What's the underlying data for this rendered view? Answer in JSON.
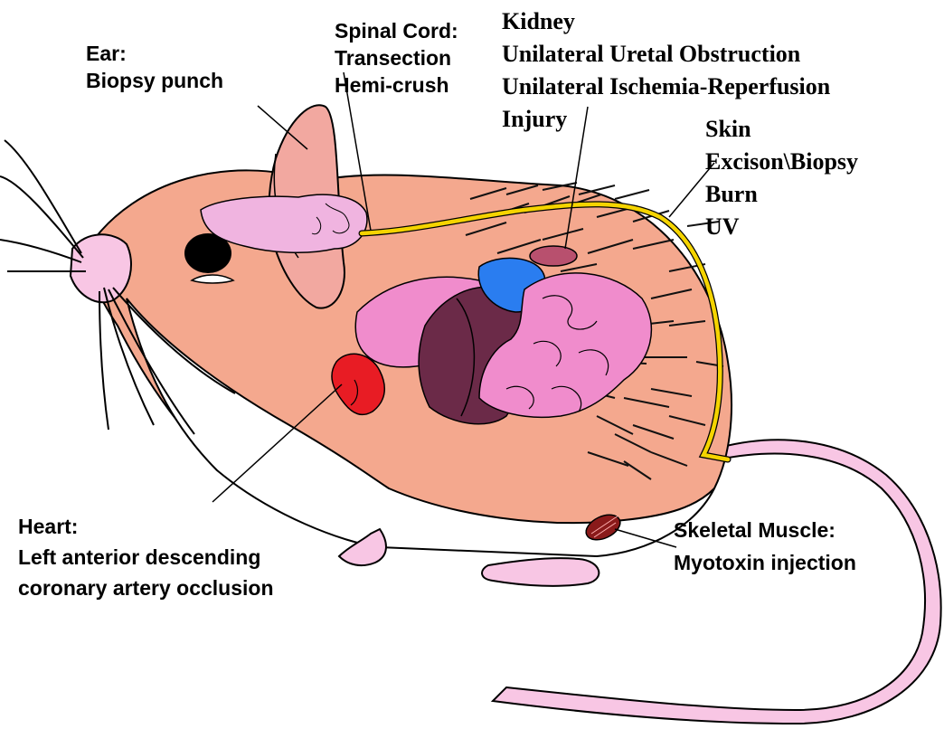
{
  "labels": {
    "ear": {
      "title": "Ear:",
      "procedures": [
        "Biopsy punch"
      ]
    },
    "spinal_cord": {
      "title": "Spinal Cord:",
      "procedures": [
        "Transection",
        "Hemi-crush"
      ]
    },
    "kidney": {
      "title": "Kidney",
      "procedures": [
        "Unilateral Uretal Obstruction",
        "Unilateral Ischemia-Reperfusion",
        "Injury"
      ]
    },
    "skin": {
      "title": "Skin",
      "procedures": [
        "Excison\\Biopsy",
        "Burn",
        "UV"
      ]
    },
    "heart": {
      "title": "Heart:",
      "procedures": [
        "Left anterior descending",
        "coronary artery occlusion"
      ]
    },
    "skeletal_muscle": {
      "title": "Skeletal Muscle:",
      "procedures": [
        "Myotoxin injection"
      ]
    }
  },
  "colors": {
    "body": "#f4a88e",
    "belly": "#ffffff",
    "paws_tail": "#f8c6e4",
    "ear_inner": "#f2a8a0",
    "brain": "#f0b4e0",
    "spinal_cord": "#f5d400",
    "lungs_intestine": "#f08ccc",
    "liver": "#6b2a48",
    "stomach": "#2a7df0",
    "kidney": "#b8506e",
    "heart": "#e81c24",
    "muscle": "#8a1a1a",
    "fur": "#111111"
  }
}
